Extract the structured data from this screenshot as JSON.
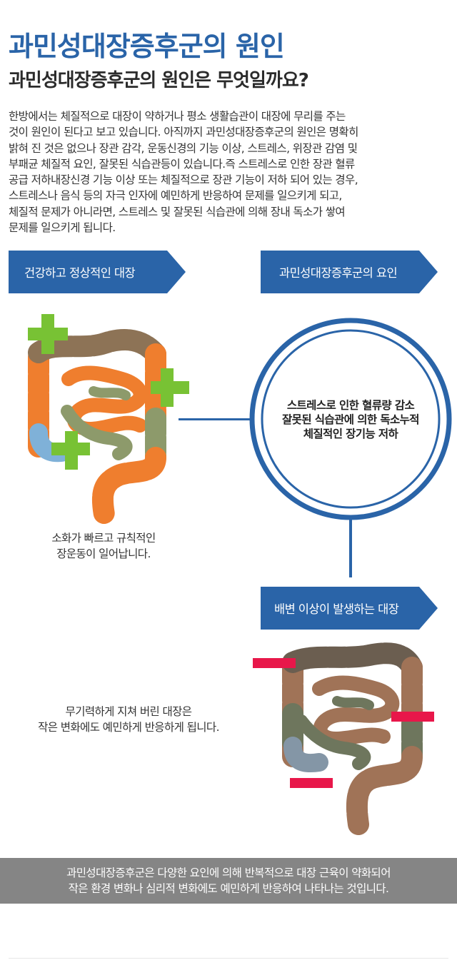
{
  "header": {
    "title": "과민성대장증후군의 원인",
    "subtitle": "과민성대장증후군의 원인은 무엇일까요?"
  },
  "intro": {
    "lines": [
      "한방에서는 체질적으로 대장이 약하거나 평소 생활습관이 대장에 무리를 주는",
      "것이 원인이 된다고 보고 있습니다. 아직까지 과민성대장증후군의 원인은 명확히",
      "밝혀 진 것은 없으나 장관 감각, 운동신경의 기능 이상, 스트레스, 위장관 감염 및",
      "부패균 체질적 요인, 잘못된 식습관등이 있습니다.즉 스트레스로 인한 장관 혈류",
      "공급 저하내장신경 기능 이상 또는 체질적으로 장관 기능이 저하 되어 있는 경우,",
      "스트레스나 음식 등의 자극 인자에 예민하게 반응하여 문제를 일으키게 되고,",
      "체질적 문제가 아니라면, 스트레스 및 잘못된 식습관에 의해 장내 독소가 쌓여",
      "문제를 일으키게 됩니다."
    ]
  },
  "ribbons": {
    "healthy": "건강하고 정상적인 대장",
    "causes": "과민성대장증후군의 요인",
    "abnormal": "배변 이상이 발생하는 대장"
  },
  "circle": {
    "lines": [
      "스트레스로 인한 혈류량 감소",
      "잘못된 식습관에 의한 독소누적",
      "체질적인 장기능 저하"
    ]
  },
  "captions": {
    "healthy": [
      "소화가 빠르고 규칙적인",
      "장운동이 일어납니다."
    ],
    "tired": [
      "무기력하게 지쳐 버린 대장은",
      "작은 변화에도 예민하게 반응하게 됩니다."
    ]
  },
  "footer": {
    "lines": [
      "과민성대장증후군은 다양한 요인에 의해 반복적으로 대장 근육이 약화되어",
      "작은 환경 변화나 심리적 변화에도 예민하게 반응하여 나타나는 것입니다."
    ]
  },
  "colors": {
    "accent_blue": "#2a64a8",
    "ribbon_blue": "#2a64a8",
    "plus_green": "#78c234",
    "minus_red": "#e8174a",
    "footer_gray": "#858585",
    "healthy_orange": "#ef7e2e",
    "healthy_green": "#8d9a6b",
    "healthy_brown": "#8d7356",
    "healthy_blue": "#7fb1d8",
    "sick_brown": "#a07357",
    "sick_olive": "#6e765d",
    "sick_blue": "#8496a6",
    "sick_dark": "#6b5e50"
  },
  "icons": [
    "plus-icon",
    "minus-icon",
    "ribbon-arrow-icon"
  ]
}
